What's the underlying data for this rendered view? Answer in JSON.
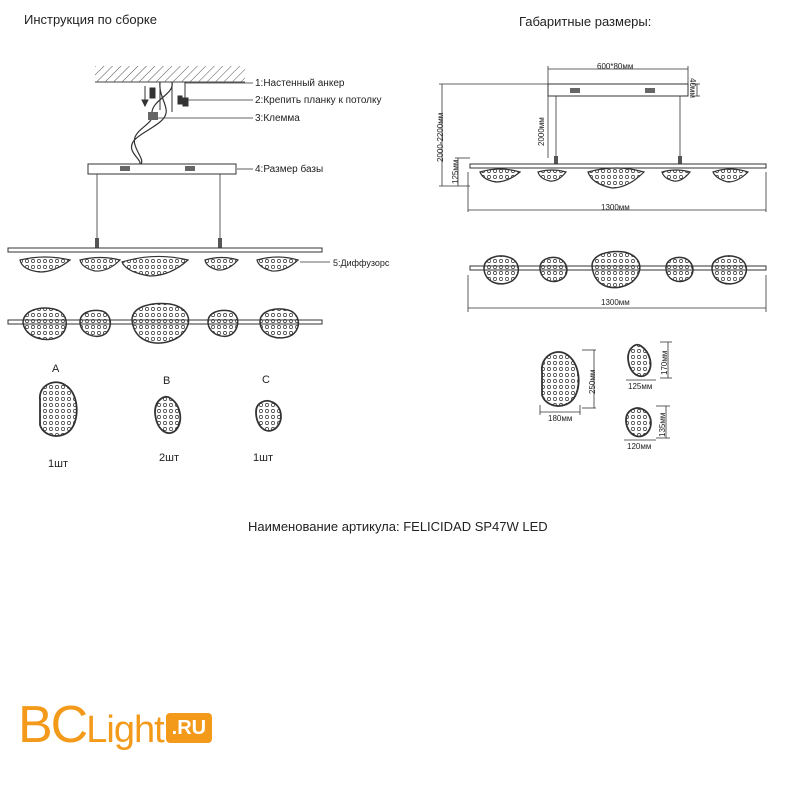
{
  "assembly": {
    "title": "Инструкция по сборке",
    "steps": [
      "1:Настенный анкер",
      "2:Крепить планку к потолку",
      "3:Клемма",
      "4:Размер базы",
      "5:Диффузорс"
    ]
  },
  "parts": [
    {
      "letter": "A",
      "qty": "1шт"
    },
    {
      "letter": "B",
      "qty": "2шт"
    },
    {
      "letter": "C",
      "qty": "1шт"
    }
  ],
  "dimensions": {
    "title": "Габаритные размеры:",
    "base": "600*80мм",
    "base_height": "40мм",
    "cable": "2000мм",
    "total_height": "2000-2200мм",
    "body_height": "125мм",
    "length_side": "1300мм",
    "length_top": "1300мм",
    "diffuser_a_width": "180мм",
    "diffuser_a_height": "250мм",
    "diffuser_b_width": "125мм",
    "diffuser_b_height": "170мм",
    "diffuser_c_width": "120мм",
    "diffuser_c_height": "135мм"
  },
  "article": "Наименование артикула: FELICIDAD SP47W LED",
  "logo": {
    "bc": "BC",
    "light": "Light",
    "ru": ".RU",
    "color": "#f39a1b"
  }
}
